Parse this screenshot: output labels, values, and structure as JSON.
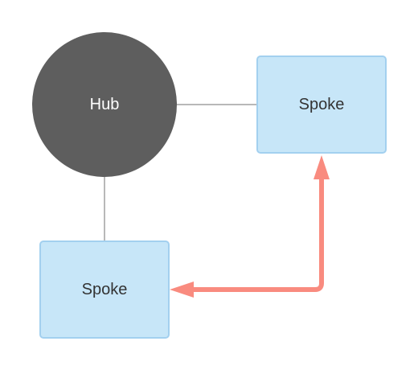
{
  "nodes": {
    "hub": {
      "label": "Hub",
      "shape": "circle",
      "fill": "#5e5e5e"
    },
    "spoke_right": {
      "label": "Spoke",
      "shape": "rectangle",
      "fill": "#c7e6f8",
      "stroke": "#a3d0ef"
    },
    "spoke_bottom": {
      "label": "Spoke",
      "shape": "rectangle",
      "fill": "#c7e6f8",
      "stroke": "#a3d0ef"
    }
  },
  "edges": [
    {
      "from": "hub",
      "to": "spoke_right",
      "style": "plain",
      "color": "#a0a0a0"
    },
    {
      "from": "hub",
      "to": "spoke_bottom",
      "style": "plain",
      "color": "#a0a0a0"
    },
    {
      "from": "spoke_bottom",
      "to": "spoke_right",
      "style": "bidirectional-arrow",
      "color": "#f98b7f"
    }
  ]
}
